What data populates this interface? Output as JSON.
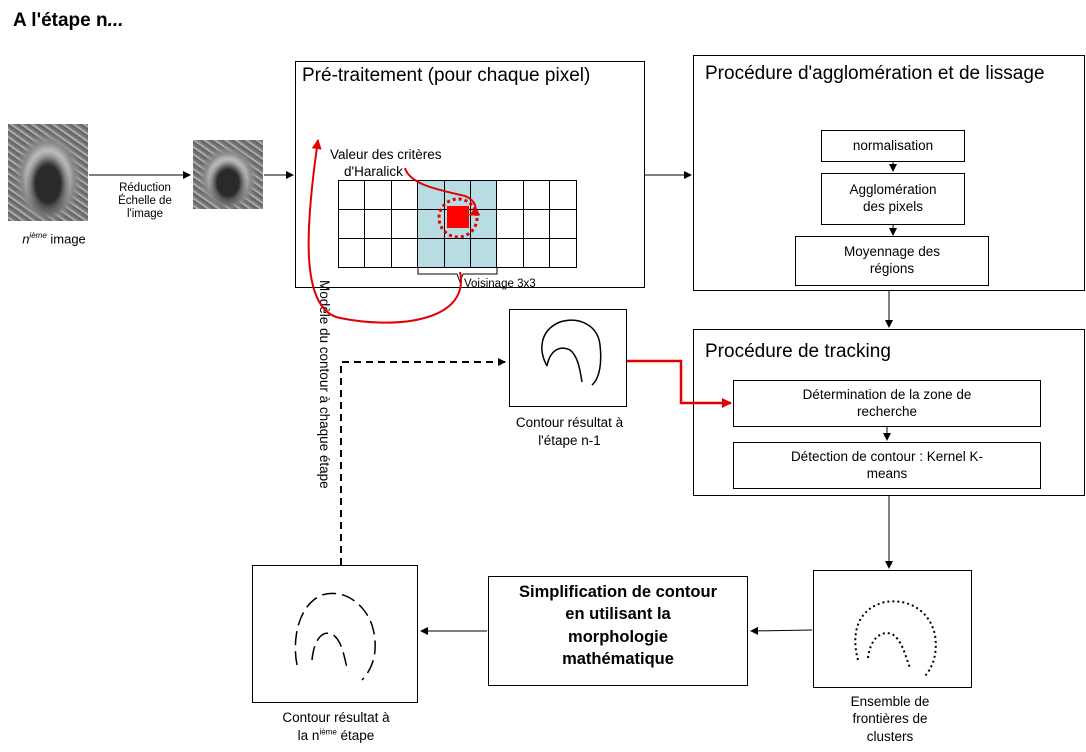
{
  "title": {
    "prefix": "A l'étape n",
    "suffix": "..."
  },
  "left": {
    "image_label_sup": "ième",
    "image_label_pre": "n",
    "image_label_post": " image",
    "reduction_line1": "Réduction",
    "reduction_line2": "Échelle de",
    "reduction_line3": "l'image"
  },
  "preprocessing": {
    "title": "Pré-traitement (pour chaque pixel)",
    "haralick_line1": "Valeur des critères",
    "haralick_line2": "d'Haralick",
    "neighborhood": "Voisinage 3x3"
  },
  "agglomeration": {
    "title": "Procédure d'agglomération et de lissage",
    "step1": "normalisation",
    "step2_line1": "Agglomération",
    "step2_line2": "des pixels",
    "step3_line1": "Moyennage des",
    "step3_line2": "régions"
  },
  "tracking": {
    "title": "Procédure de tracking",
    "step1_line1": "Détermination de la zone de",
    "step1_line2": "recherche",
    "step2_line1": "Détection de contour : Kernel K-",
    "step2_line2": "means"
  },
  "contour_prev": {
    "line1": "Contour résultat à",
    "line2": "l'étape n-1"
  },
  "model_label": "Modèle du contour à chaque étape",
  "simplification": {
    "line1": "Simplification de contour",
    "line2": "en utilisant la",
    "line3": "morphologie",
    "line4": "mathématique"
  },
  "clusters": {
    "line1": "Ensemble de",
    "line2": "frontières de",
    "line3": "clusters"
  },
  "contour_final": {
    "line1": "Contour résultat à",
    "line2_pre": "la n",
    "line2_sup": "ième",
    "line2_post": " étape"
  },
  "colors": {
    "highlight": "#ff0000",
    "neighborhood_fill": "#b7dde3",
    "arrow_red": "#e00000"
  }
}
